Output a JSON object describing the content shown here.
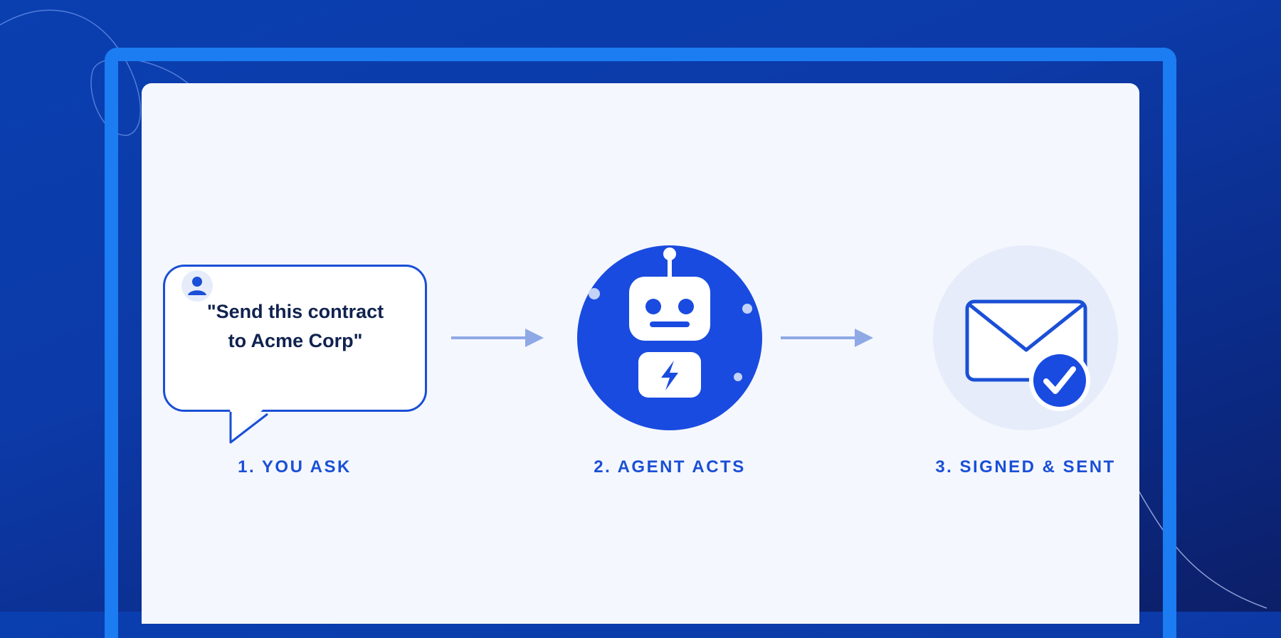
{
  "steps": [
    {
      "label": "1. YOU ASK",
      "quote_line1": "\"Send this contract",
      "quote_line2": "to Acme Corp\""
    },
    {
      "label": "2. AGENT ACTS"
    },
    {
      "label": "3. SIGNED & SENT"
    }
  ],
  "icons": [
    "user-icon",
    "robot-icon",
    "lightning-icon",
    "envelope-icon",
    "checkmark-icon",
    "arrow-right-icon"
  ],
  "colors": {
    "background": "#0b3aa6",
    "frame": "#1c7cf2",
    "panel": "#f4f7fd",
    "accent": "#1a4fd6",
    "text_dark": "#10224f",
    "arrow": "#8fa9e6"
  }
}
